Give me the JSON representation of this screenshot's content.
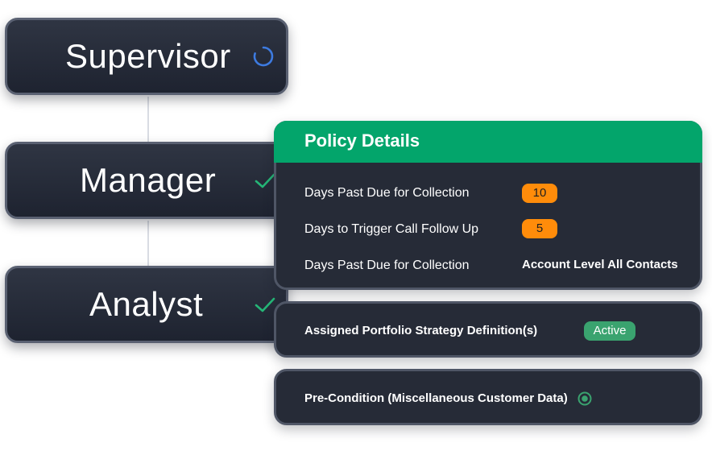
{
  "roles": {
    "supervisor": {
      "label": "Supervisor",
      "status_icon": "loading-spinner-icon"
    },
    "manager": {
      "label": "Manager",
      "status_icon": "checkmark-icon"
    },
    "analyst": {
      "label": "Analyst",
      "status_icon": "checkmark-icon"
    }
  },
  "policy": {
    "title": "Policy Details",
    "rows": [
      {
        "label": "Days Past Due for Collection",
        "value": "10"
      },
      {
        "label": "Days to Trigger Call Follow Up",
        "value": "5"
      },
      {
        "label": "Days Past Due for Collection",
        "value": "Account Level All Contacts"
      }
    ]
  },
  "portfolio": {
    "label": "Assigned Portfolio Strategy Definition(s)",
    "status": "Active"
  },
  "precondition": {
    "label": "Pre-Condition (Miscellaneous Customer Data)",
    "icon": "radio-selected-icon"
  },
  "colors": {
    "accent_green": "#03a56b",
    "badge_orange": "#ff8c0a",
    "status_green": "#3aa36f",
    "spinner_blue": "#3d7be0",
    "check_green": "#25b677",
    "card_dark": "#262b37"
  }
}
